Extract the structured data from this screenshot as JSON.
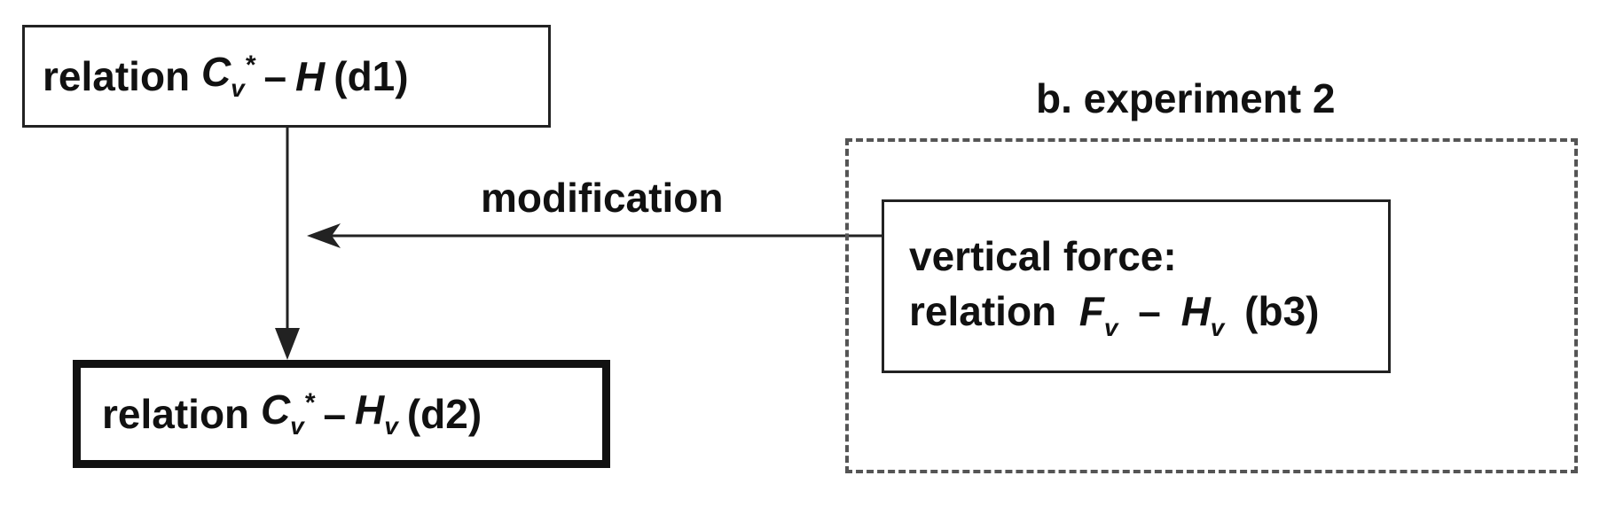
{
  "nodes": {
    "d1": {
      "word": "relation",
      "lhs_symbol": "C",
      "lhs_sub": "v",
      "lhs_sup": "*",
      "operator": "–",
      "rhs_symbol": "H",
      "tag": "(d1)"
    },
    "d2": {
      "word": "relation",
      "lhs_symbol": "C",
      "lhs_sub": "v",
      "lhs_sup": "*",
      "operator": "–",
      "rhs_symbol": "H",
      "rhs_sub": "v",
      "tag": "(d2)"
    },
    "b3": {
      "line1": "vertical force:",
      "word": "relation",
      "lhs_symbol": "F",
      "lhs_sub": "v",
      "operator": "–",
      "rhs_symbol": "H",
      "rhs_sub": "v",
      "tag": "(b3)"
    }
  },
  "group": {
    "label": "b. experiment 2"
  },
  "edges": {
    "modification_label": "modification"
  },
  "colors": {
    "line": "#222222",
    "dashed": "#555555",
    "background": "#ffffff"
  }
}
